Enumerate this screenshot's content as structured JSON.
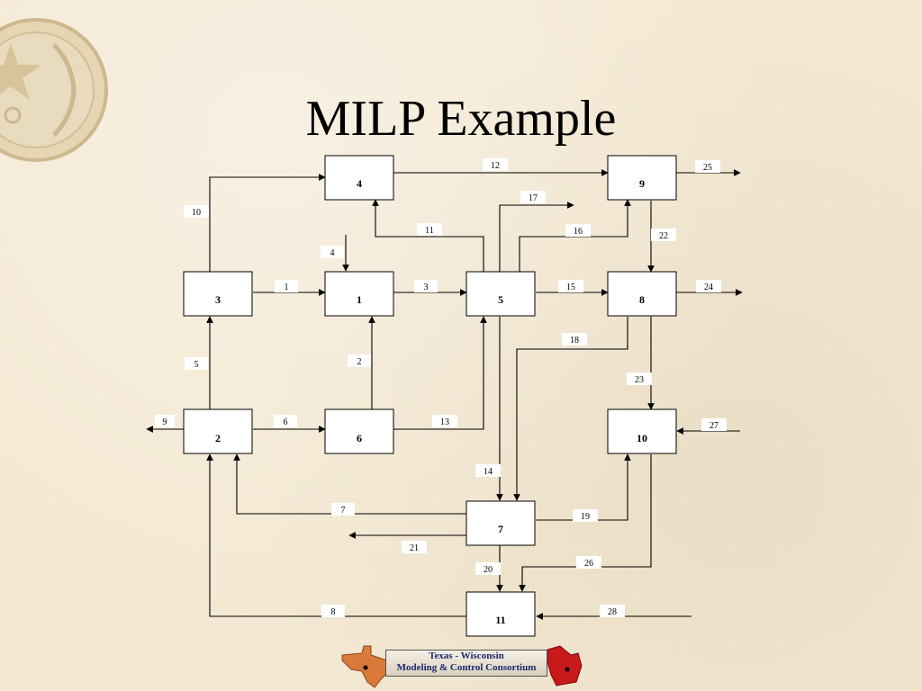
{
  "slide": {
    "title": "MILP Example"
  },
  "footer": {
    "line1": "Texas - Wisconsin",
    "line2": "Modeling & Control Consortium"
  },
  "units": [
    {
      "id": "4",
      "label": "4"
    },
    {
      "id": "9",
      "label": "9"
    },
    {
      "id": "3",
      "label": "3"
    },
    {
      "id": "1",
      "label": "1"
    },
    {
      "id": "5",
      "label": "5"
    },
    {
      "id": "8",
      "label": "8"
    },
    {
      "id": "2",
      "label": "2"
    },
    {
      "id": "6",
      "label": "6"
    },
    {
      "id": "10",
      "label": "10"
    },
    {
      "id": "7",
      "label": "7"
    },
    {
      "id": "11",
      "label": "11"
    }
  ],
  "streams": [
    "1",
    "2",
    "3",
    "4",
    "5",
    "6",
    "7",
    "8",
    "9",
    "10",
    "11",
    "12",
    "13",
    "14",
    "15",
    "16",
    "17",
    "18",
    "19",
    "20",
    "21",
    "22",
    "23",
    "24",
    "25",
    "26",
    "27",
    "28"
  ],
  "colors": {
    "background": "#f3e8d2",
    "box_fill": "#ffffff",
    "line": "#000000",
    "texas": "#d97a3a",
    "wisconsin": "#c8191b"
  }
}
